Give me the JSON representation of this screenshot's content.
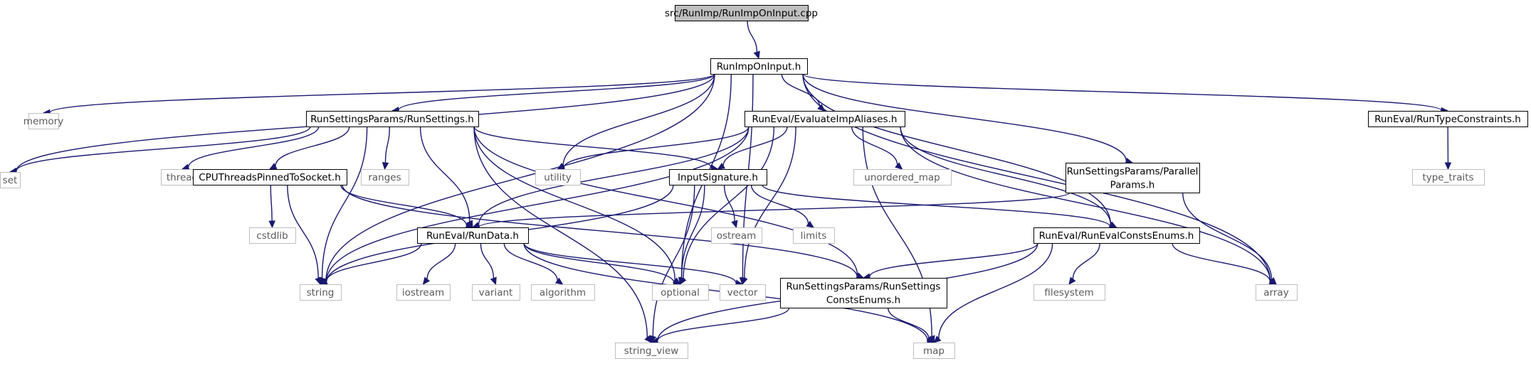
{
  "colors": {
    "edge": "#191970",
    "root_fill": "#bfbfbf",
    "local_border": "#000000",
    "local_text": "#000000",
    "system_border": "#bfbfbf",
    "system_text": "#5a5a5a"
  },
  "nodes": [
    {
      "id": "root",
      "lines": [
        "src/RunImp/RunImpOnInput.cpp"
      ],
      "kind": "root"
    },
    {
      "id": "runimponinput",
      "lines": [
        "RunImpOnInput.h"
      ],
      "kind": "local"
    },
    {
      "id": "memory",
      "lines": [
        "memory"
      ],
      "kind": "system"
    },
    {
      "id": "set",
      "lines": [
        "set"
      ],
      "kind": "system"
    },
    {
      "id": "runsettings",
      "lines": [
        "RunSettingsParams/RunSettings.h"
      ],
      "kind": "local"
    },
    {
      "id": "evaluateimpaliases",
      "lines": [
        "RunEval/EvaluateImpAliases.h"
      ],
      "kind": "local"
    },
    {
      "id": "runtypeconstraints",
      "lines": [
        "RunEval/RunTypeConstraints.h"
      ],
      "kind": "local"
    },
    {
      "id": "type_traits",
      "lines": [
        "type_traits"
      ],
      "kind": "system"
    },
    {
      "id": "thread",
      "lines": [
        "thread"
      ],
      "kind": "system"
    },
    {
      "id": "cputhreads",
      "lines": [
        "CPUThreadsPinnedToSocket.h"
      ],
      "kind": "local"
    },
    {
      "id": "ranges",
      "lines": [
        "ranges"
      ],
      "kind": "system"
    },
    {
      "id": "utility",
      "lines": [
        "utility"
      ],
      "kind": "system"
    },
    {
      "id": "inputsignature",
      "lines": [
        "InputSignature.h"
      ],
      "kind": "local"
    },
    {
      "id": "unordered_map",
      "lines": [
        "unordered_map"
      ],
      "kind": "system"
    },
    {
      "id": "parallelparams",
      "lines": [
        "RunSettingsParams/Parallel",
        "Params.h"
      ],
      "kind": "local"
    },
    {
      "id": "cstdlib",
      "lines": [
        "cstdlib"
      ],
      "kind": "system"
    },
    {
      "id": "rundata",
      "lines": [
        "RunEval/RunData.h"
      ],
      "kind": "local"
    },
    {
      "id": "ostream",
      "lines": [
        "ostream"
      ],
      "kind": "system"
    },
    {
      "id": "limits",
      "lines": [
        "limits"
      ],
      "kind": "system"
    },
    {
      "id": "runevalconstsenums",
      "lines": [
        "RunEval/RunEvalConstsEnums.h"
      ],
      "kind": "local"
    },
    {
      "id": "string",
      "lines": [
        "string"
      ],
      "kind": "system"
    },
    {
      "id": "iostream",
      "lines": [
        "iostream"
      ],
      "kind": "system"
    },
    {
      "id": "variant",
      "lines": [
        "variant"
      ],
      "kind": "system"
    },
    {
      "id": "algorithm",
      "lines": [
        "algorithm"
      ],
      "kind": "system"
    },
    {
      "id": "optional",
      "lines": [
        "optional"
      ],
      "kind": "system"
    },
    {
      "id": "vector",
      "lines": [
        "vector"
      ],
      "kind": "system"
    },
    {
      "id": "runsettingsconstsenums",
      "lines": [
        "RunSettingsParams/RunSettings",
        "ConstsEnums.h"
      ],
      "kind": "local"
    },
    {
      "id": "filesystem",
      "lines": [
        "filesystem"
      ],
      "kind": "system"
    },
    {
      "id": "array",
      "lines": [
        "array"
      ],
      "kind": "system"
    },
    {
      "id": "string_view",
      "lines": [
        "string_view"
      ],
      "kind": "system"
    },
    {
      "id": "map",
      "lines": [
        "map"
      ],
      "kind": "system"
    }
  ],
  "edges": [
    [
      "root",
      "runimponinput"
    ],
    [
      "runimponinput",
      "memory"
    ],
    [
      "runimponinput",
      "set"
    ],
    [
      "runimponinput",
      "runsettings"
    ],
    [
      "runimponinput",
      "evaluateimpaliases"
    ],
    [
      "runimponinput",
      "runtypeconstraints"
    ],
    [
      "runimponinput",
      "utility"
    ],
    [
      "runimponinput",
      "string"
    ],
    [
      "runimponinput",
      "optional"
    ],
    [
      "runimponinput",
      "parallelparams"
    ],
    [
      "runimponinput",
      "vector"
    ],
    [
      "runimponinput",
      "runevalconstsenums"
    ],
    [
      "runimponinput",
      "array"
    ],
    [
      "runtypeconstraints",
      "type_traits"
    ],
    [
      "runsettings",
      "set"
    ],
    [
      "runsettings",
      "thread"
    ],
    [
      "runsettings",
      "cputhreads"
    ],
    [
      "runsettings",
      "ranges"
    ],
    [
      "runsettings",
      "inputsignature"
    ],
    [
      "runsettings",
      "rundata"
    ],
    [
      "runsettings",
      "runsettingsconstsenums"
    ],
    [
      "runsettings",
      "string"
    ],
    [
      "runsettings",
      "optional"
    ],
    [
      "runsettings",
      "string_view"
    ],
    [
      "evaluateimpaliases",
      "utility"
    ],
    [
      "evaluateimpaliases",
      "inputsignature"
    ],
    [
      "evaluateimpaliases",
      "unordered_map"
    ],
    [
      "evaluateimpaliases",
      "rundata"
    ],
    [
      "evaluateimpaliases",
      "runevalconstsenums"
    ],
    [
      "evaluateimpaliases",
      "string"
    ],
    [
      "evaluateimpaliases",
      "optional"
    ],
    [
      "evaluateimpaliases",
      "vector"
    ],
    [
      "evaluateimpaliases",
      "map"
    ],
    [
      "evaluateimpaliases",
      "array"
    ],
    [
      "cputhreads",
      "cstdlib"
    ],
    [
      "cputhreads",
      "rundata"
    ],
    [
      "cputhreads",
      "string"
    ],
    [
      "cputhreads",
      "runsettingsconstsenums"
    ],
    [
      "inputsignature",
      "ostream"
    ],
    [
      "inputsignature",
      "limits"
    ],
    [
      "inputsignature",
      "runevalconstsenums"
    ],
    [
      "inputsignature",
      "string"
    ],
    [
      "inputsignature",
      "optional"
    ],
    [
      "inputsignature",
      "string_view"
    ],
    [
      "parallelparams",
      "rundata"
    ],
    [
      "parallelparams",
      "array"
    ],
    [
      "rundata",
      "string"
    ],
    [
      "rundata",
      "iostream"
    ],
    [
      "rundata",
      "variant"
    ],
    [
      "rundata",
      "algorithm"
    ],
    [
      "rundata",
      "optional"
    ],
    [
      "rundata",
      "vector"
    ],
    [
      "rundata",
      "map"
    ],
    [
      "runevalconstsenums",
      "runsettingsconstsenums"
    ],
    [
      "runevalconstsenums",
      "filesystem"
    ],
    [
      "runevalconstsenums",
      "array"
    ],
    [
      "runevalconstsenums",
      "string_view"
    ],
    [
      "runevalconstsenums",
      "map"
    ],
    [
      "runsettingsconstsenums",
      "string_view"
    ],
    [
      "runsettingsconstsenums",
      "map"
    ]
  ]
}
